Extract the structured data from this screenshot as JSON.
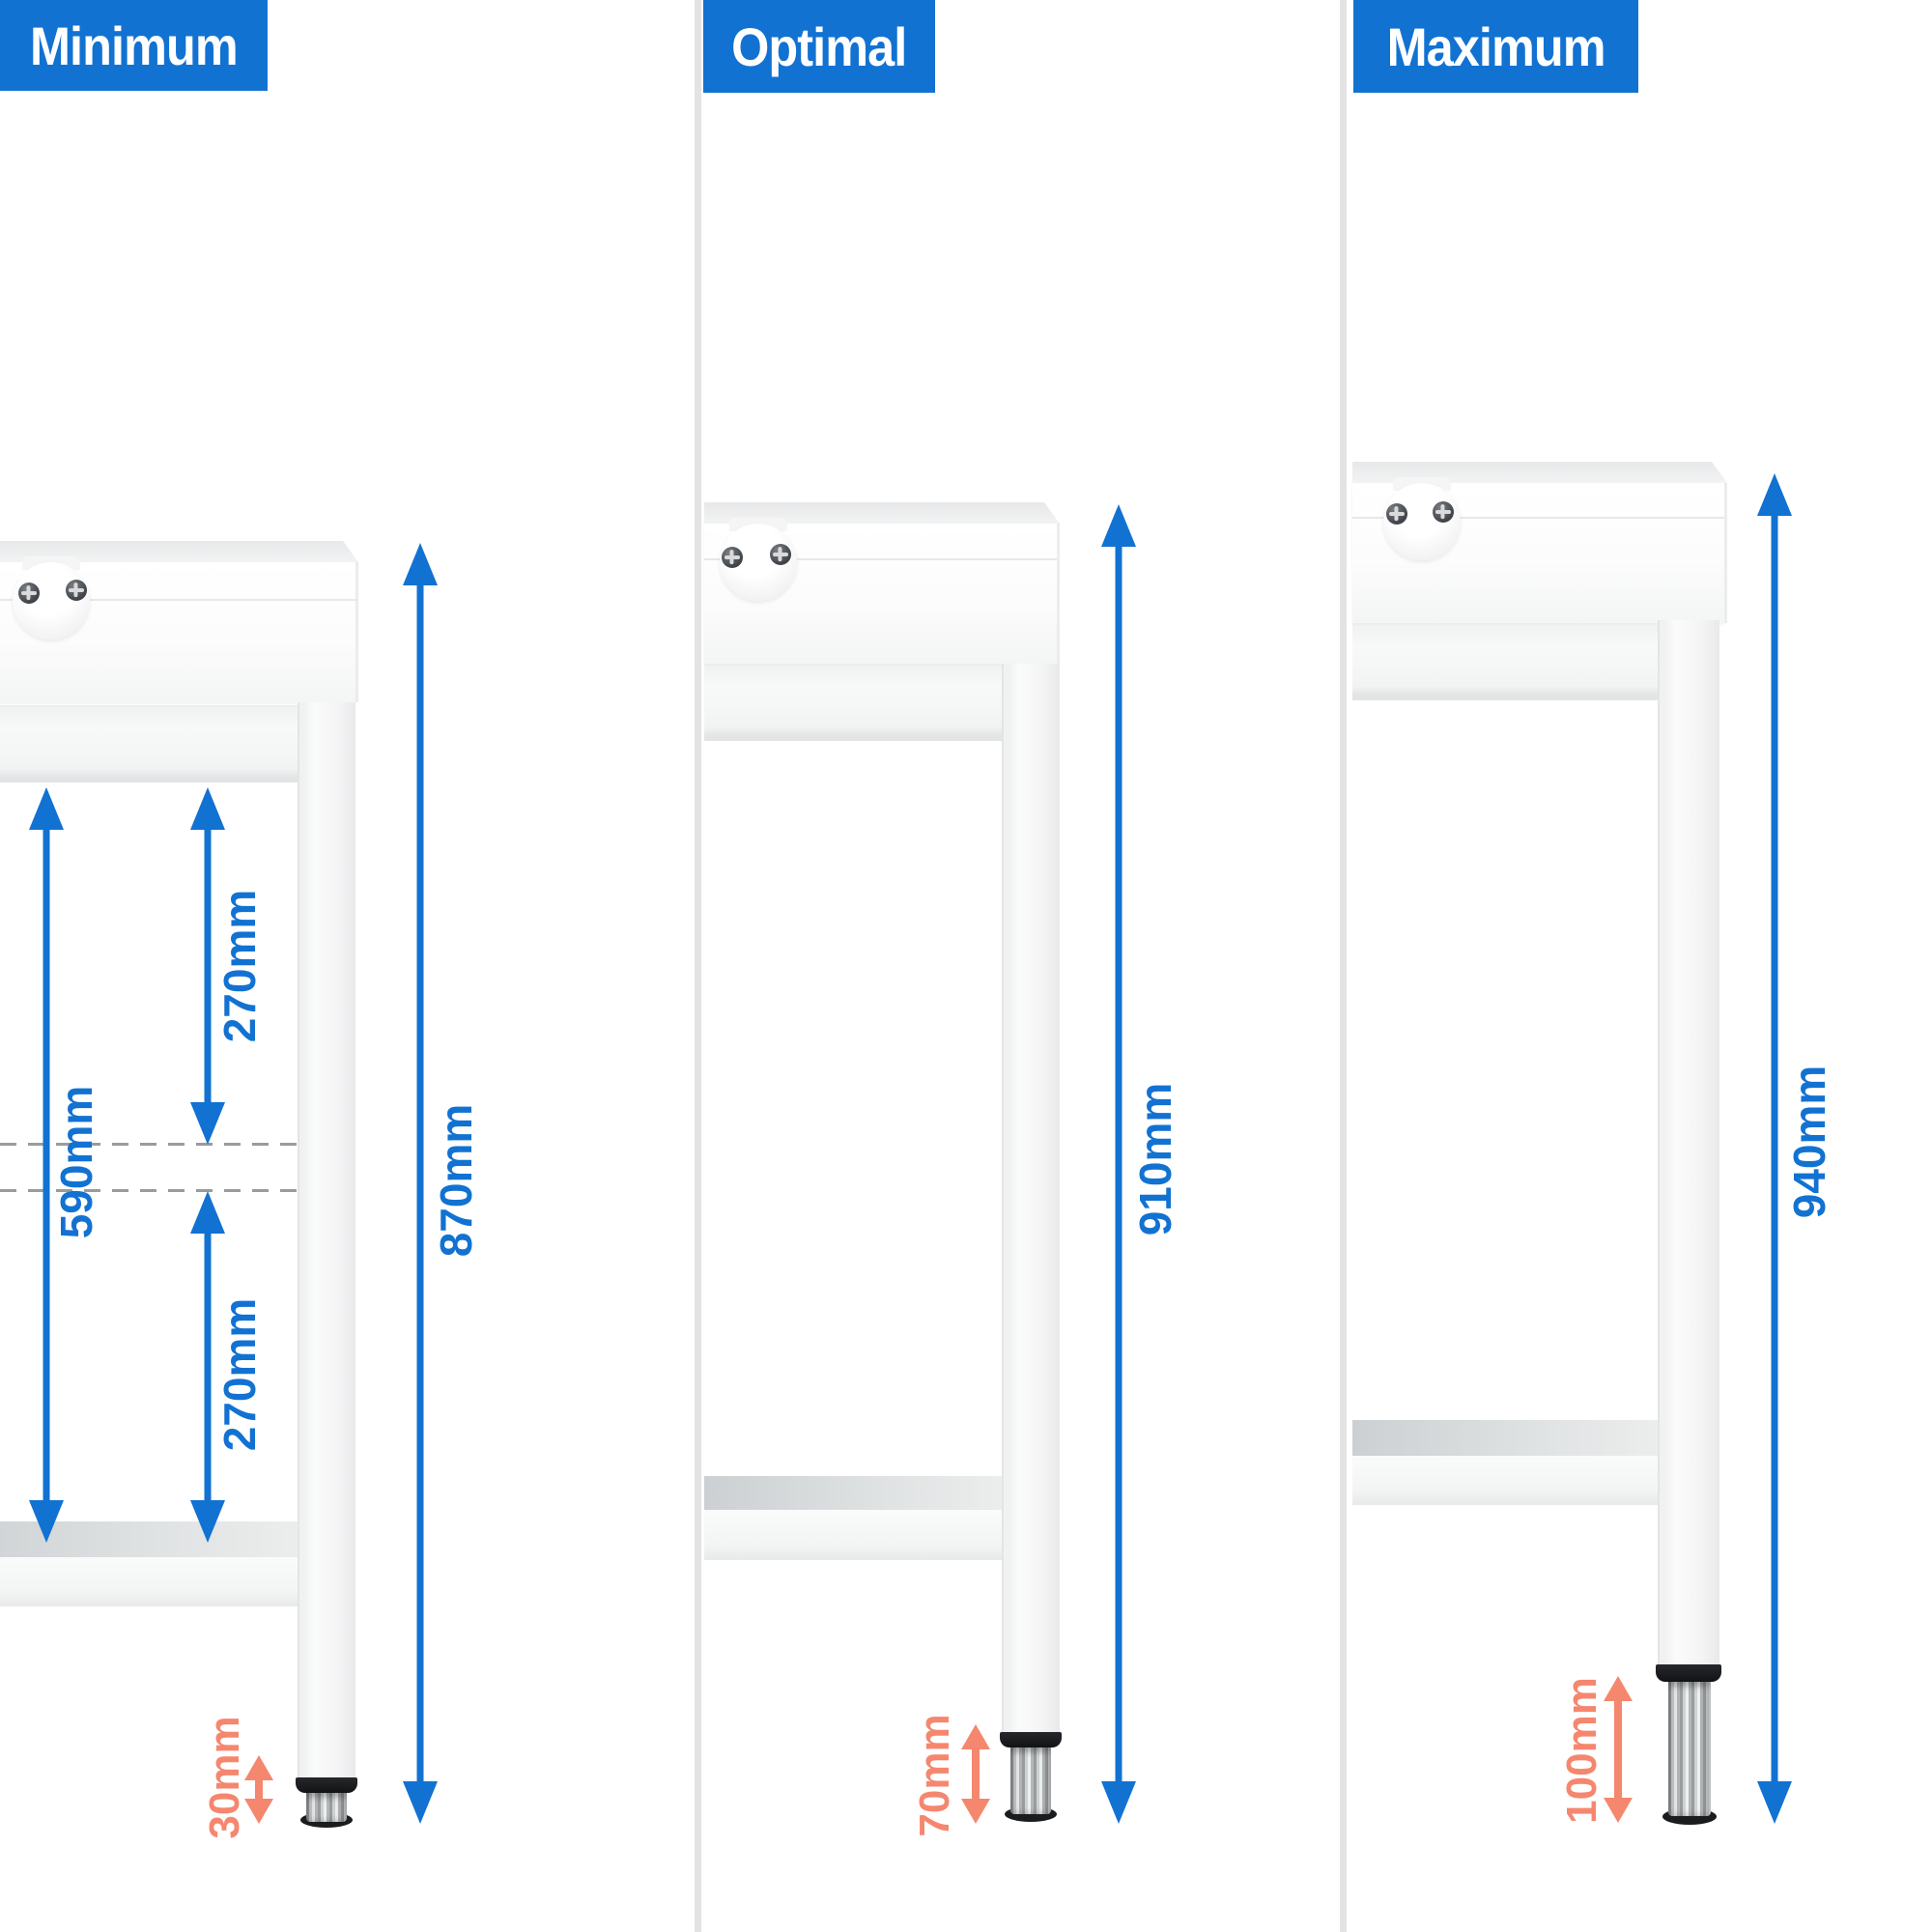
{
  "colors": {
    "accent_blue": "#1272D2",
    "dimension_orange": "#F5876F",
    "divider_gray": "#E3E3E3",
    "dash_gray": "#9B9B9B"
  },
  "panels": [
    {
      "title": "Minimum",
      "overall_height": "870mm",
      "foot_adjustment": "30mm",
      "shelf_dims": {
        "upper_gap": "270mm",
        "center_span": "590mm",
        "lower_gap": "270mm"
      }
    },
    {
      "title": "Optimal",
      "overall_height": "910mm",
      "foot_adjustment": "70mm"
    },
    {
      "title": "Maximum",
      "overall_height": "940mm",
      "foot_adjustment": "100mm"
    }
  ]
}
